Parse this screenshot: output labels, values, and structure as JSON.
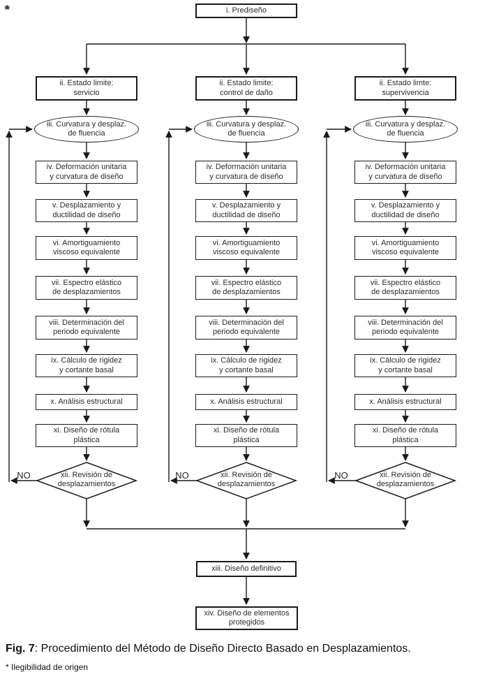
{
  "page": {
    "top_marker": "*",
    "background": "#ffffff",
    "line_color": "#1a1a1a",
    "marker_colors": {
      "navy": "#24365e",
      "orange": "#bf7d20"
    }
  },
  "caption": {
    "fig_label": "Fig. 7",
    "text": ": Procedimiento del Método de Diseño Directo Basado en Desplazamientos.",
    "footnote": "* Ilegibilidad de origen"
  },
  "flowchart": {
    "start": "i. Prediseño",
    "no_label": "NO",
    "columns": [
      {
        "limit": [
          "ii. Estado limite:",
          "servicio"
        ]
      },
      {
        "limit": [
          "ii. Estado limite:",
          "control de daño"
        ]
      },
      {
        "limit": [
          "ii. Estado limte:",
          "supervivencia"
        ]
      }
    ],
    "steps": {
      "iii": [
        "iii. Curvatura y desplaz.",
        "de fluencia"
      ],
      "iv": [
        "iv. Deformación unitaria",
        "y curvatura de diseño"
      ],
      "v": [
        "v. Desplazamiento y",
        "ductilidad de diseño"
      ],
      "vi": [
        "vi. Amortiguamiento",
        "viscoso equivalente"
      ],
      "vii": [
        "vii. Espectro elástico",
        "de desplazamientos"
      ],
      "viii": [
        "viii. Determinación del",
        "periodo equivalente"
      ],
      "ix": [
        "ix. Cálculo de rigidez",
        "y cortante basal"
      ],
      "x": [
        "x. Análisis estructural"
      ],
      "xi": [
        "xi. Diseño de rótula",
        "plástica"
      ],
      "xii": [
        "xii. Revisión de",
        "desplazamientos"
      ],
      "xiii": [
        "xiii. Diseño definitivo"
      ],
      "xiv": [
        "xiv. Diseño de elementos",
        "protegidos"
      ]
    }
  }
}
